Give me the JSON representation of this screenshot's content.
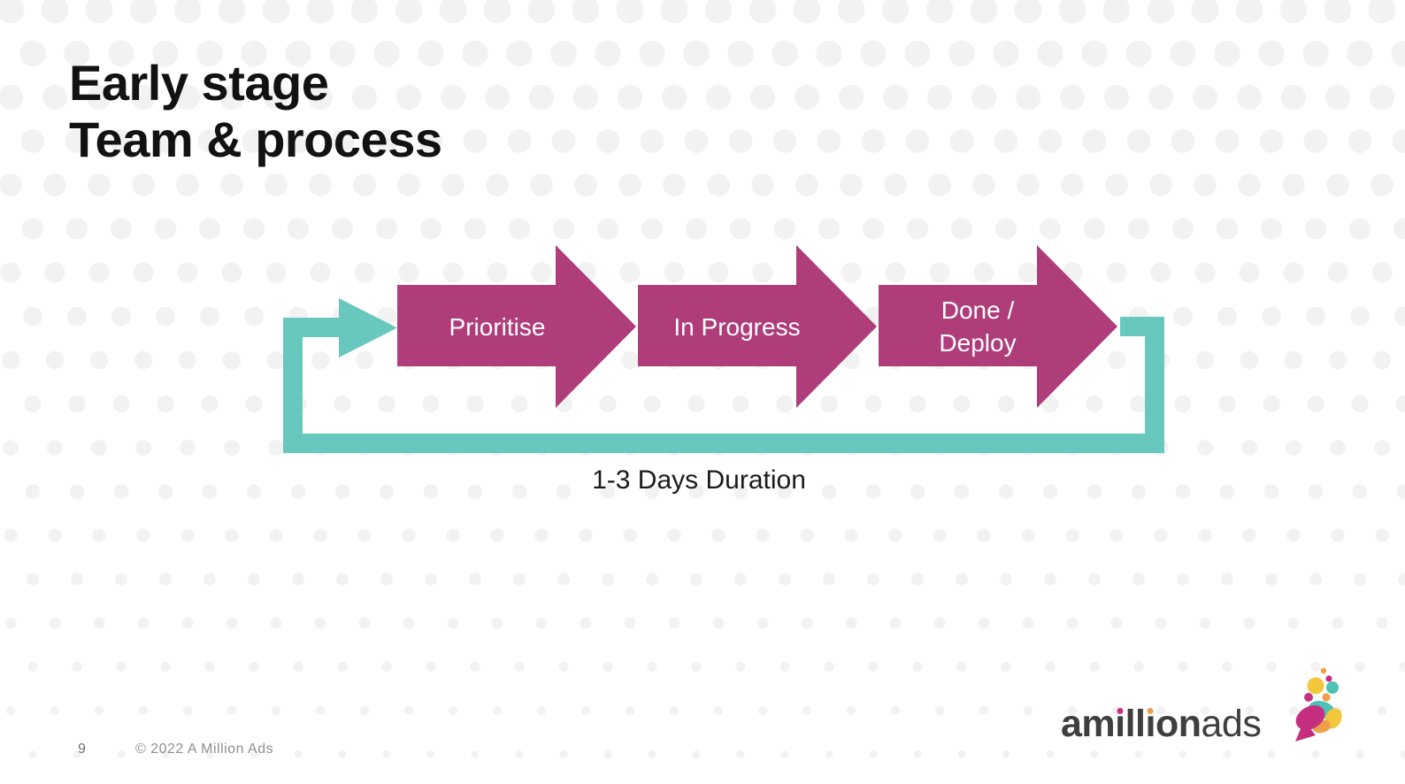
{
  "slide": {
    "title": "Early stage\nTeam & process",
    "caption": "1-3 Days Duration",
    "page_number": "9",
    "copyright": "© 2022 A Million Ads"
  },
  "diagram": {
    "type": "process-flow-loop",
    "steps": [
      {
        "label": "Prioritise"
      },
      {
        "label": "In Progress"
      },
      {
        "label": "Done /\nDeploy"
      }
    ]
  },
  "logo": {
    "part_am": "am",
    "part_i1": "ı",
    "part_ll": "ll",
    "part_i2": "ı",
    "part_on": "on",
    "part_ads": "ads"
  },
  "colors": {
    "arrow_magenta": "#af3d7a",
    "loop_teal": "#68c8bd",
    "dot_pattern": "#f2f2f2",
    "footer_gray": "#8f8f8f",
    "logo_text": "#3e3e3e",
    "logo_magenta": "#c62f7f",
    "logo_teal": "#4fc2b6",
    "logo_yellow": "#f2c73c",
    "logo_orange": "#ef9f49"
  }
}
